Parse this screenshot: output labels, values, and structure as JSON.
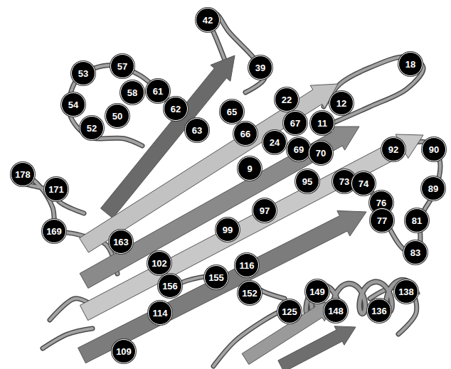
{
  "diagram": {
    "nodes": [
      {
        "text": [
          "42"
        ]
      },
      {
        "text": [
          "18"
        ]
      },
      {
        "text": [
          "57"
        ]
      },
      {
        "text": [
          "39"
        ]
      },
      {
        "text": [
          "53"
        ]
      },
      {
        "text": [
          "61"
        ]
      },
      {
        "text": [
          "58"
        ]
      },
      {
        "text": [
          "22"
        ]
      },
      {
        "text": [
          "12"
        ]
      },
      {
        "text": [
          "54"
        ]
      },
      {
        "text": [
          "62"
        ]
      },
      {
        "text": [
          "65"
        ]
      },
      {
        "text": [
          "50"
        ]
      },
      {
        "text": [
          "67"
        ]
      },
      {
        "text": [
          "11"
        ]
      },
      {
        "text": [
          "52"
        ]
      },
      {
        "text": [
          "63"
        ]
      },
      {
        "text": [
          "66"
        ]
      },
      {
        "text": [
          "24"
        ]
      },
      {
        "text": [
          "69"
        ]
      },
      {
        "text": [
          "92"
        ]
      },
      {
        "text": [
          "90"
        ]
      },
      {
        "text": [
          "70"
        ]
      },
      {
        "text": [
          "9"
        ]
      },
      {
        "text": [
          "178"
        ]
      },
      {
        "text": [
          "95"
        ]
      },
      {
        "text": [
          "73"
        ]
      },
      {
        "text": [
          "74"
        ]
      },
      {
        "text": [
          "89"
        ]
      },
      {
        "text": [
          "171"
        ]
      },
      {
        "text": [
          "76"
        ]
      },
      {
        "text": [
          "97"
        ]
      },
      {
        "text": [
          "77"
        ]
      },
      {
        "text": [
          "81"
        ]
      },
      {
        "text": [
          "99"
        ]
      },
      {
        "text": [
          "169"
        ]
      },
      {
        "text": [
          "163"
        ]
      },
      {
        "text": [
          "83"
        ]
      },
      {
        "text": [
          "102"
        ]
      },
      {
        "text": [
          "116"
        ]
      },
      {
        "text": [
          "155"
        ]
      },
      {
        "text": [
          "156"
        ]
      },
      {
        "text": [
          "138"
        ]
      },
      {
        "text": [
          "149"
        ]
      },
      {
        "text": [
          "152"
        ]
      },
      {
        "text": [
          "148"
        ]
      },
      {
        "text": [
          "136"
        ]
      },
      {
        "text": [
          "125"
        ]
      },
      {
        "text": [
          "114"
        ]
      },
      {
        "text": [
          "109"
        ]
      }
    ]
  }
}
